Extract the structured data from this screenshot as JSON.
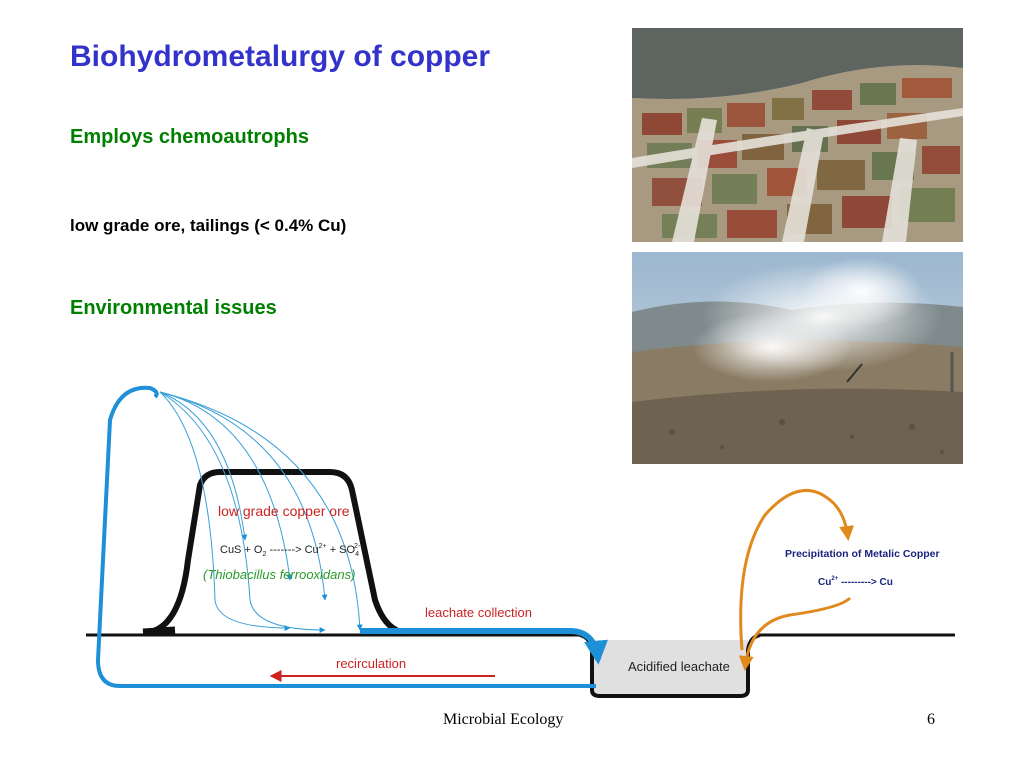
{
  "slide": {
    "title": "Biohydrometalurgy of copper",
    "bullets": [
      "Employs chemoautrophs",
      "low grade ore, tailings (< 0.4% Cu)",
      "Environmental issues"
    ]
  },
  "diagram": {
    "heap_label": "low grade copper ore",
    "reaction": {
      "lhs": "CuS + O",
      "lhs_sub": "2",
      "arrow": " -------> Cu",
      "cu_sup": "2+",
      "plus": " + SO",
      "so4_sub": "4",
      "so4_sup": "2-"
    },
    "organism": "(Thiobacillus ferrooxidans)",
    "leachate_collection": "leachate collection",
    "recirculation": "recirculation",
    "acidified_leachate": "Acidified leachate",
    "precipitation_title": "Precipitation of Metalic Copper",
    "precip_reaction": {
      "lhs": "Cu",
      "sup": "2+",
      "rhs": " ---------> Cu"
    },
    "colors": {
      "blue": "#1e90d8",
      "orange": "#e08a1e",
      "red": "#cc2222",
      "green": "#2a9a2a",
      "navy": "#1a237e"
    }
  },
  "footer": {
    "center": "Microbial Ecology",
    "page": "6"
  }
}
